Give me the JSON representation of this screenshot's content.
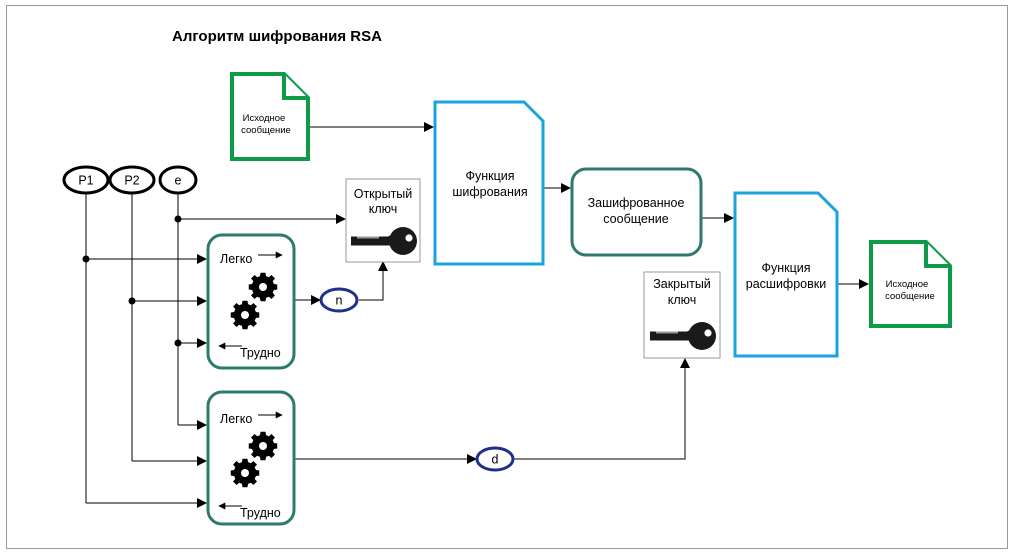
{
  "title": "Алгоритм шифрования RSA",
  "inputs": {
    "p1": "P1",
    "p2": "P2",
    "e": "e"
  },
  "source_doc": {
    "line1": "Исходное",
    "line2": "сообщение"
  },
  "result_doc": {
    "line1": "Исходное",
    "line2": "сообщение"
  },
  "encrypt_fn": {
    "line1": "Функция",
    "line2": "шифрования"
  },
  "decrypt_fn": {
    "line1": "Функция",
    "line2": "расшифровки"
  },
  "ciphertext": {
    "line1": "Зашифрованное",
    "line2": "сообщение"
  },
  "public_key": {
    "line1": "Открытый",
    "line2": "ключ"
  },
  "private_key": {
    "line1": "Закрытый",
    "line2": "ключ"
  },
  "proc_n": {
    "easy": "Легко",
    "hard": "Трудно"
  },
  "proc_d": {
    "easy": "Легко",
    "hard": "Трудно"
  },
  "output_n": "n",
  "output_d": "d",
  "colors": {
    "doc_green": "#0d9b48",
    "function_blue": "#1aa3dc",
    "process_teal": "#2e7a6c",
    "node_navy": "#1f2f8c",
    "key_box_border": "#9a9a9a",
    "key_icon": "#1a1a1a"
  }
}
